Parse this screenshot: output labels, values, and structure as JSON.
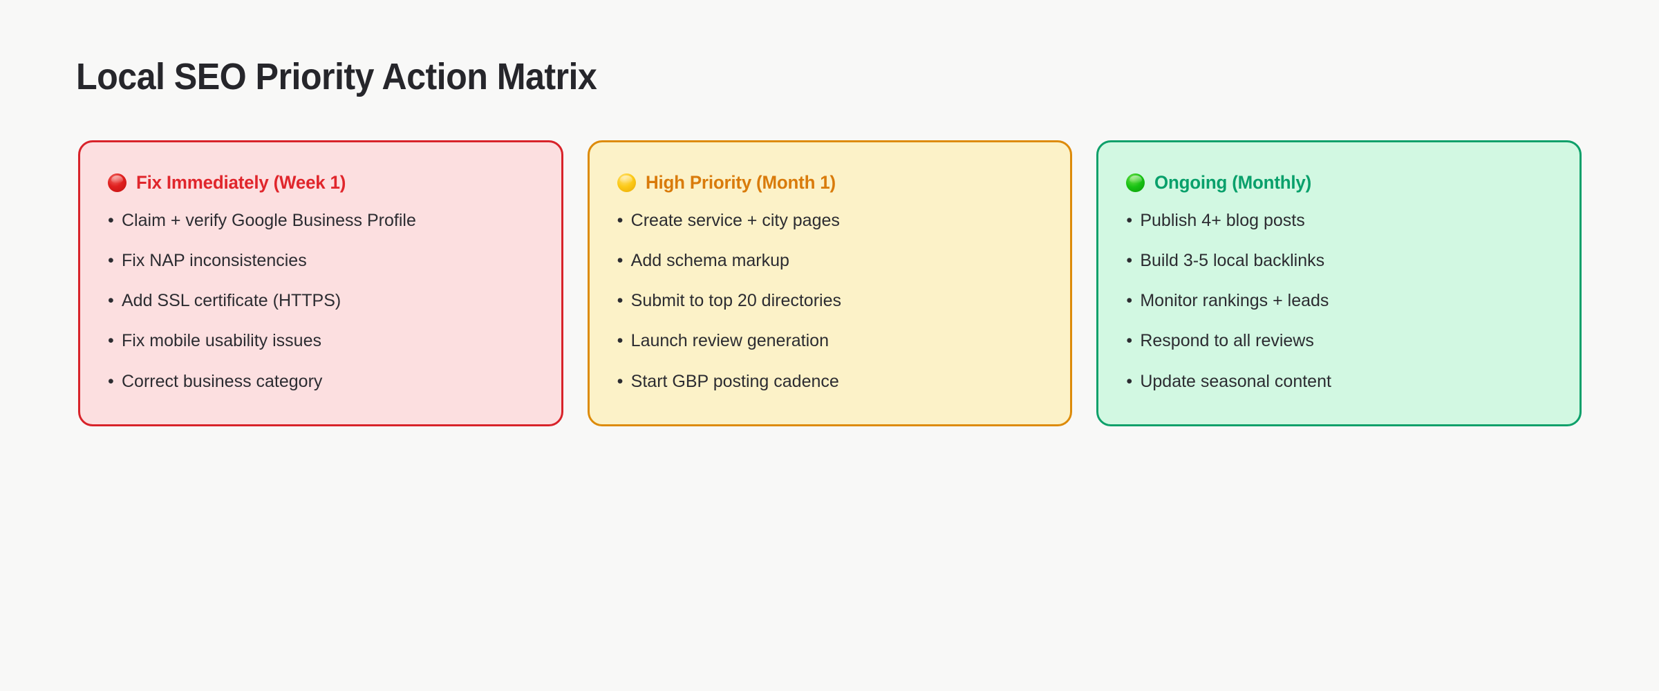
{
  "page": {
    "title": "Local SEO Priority Action Matrix",
    "background_color": "#f8f8f7"
  },
  "cards": [
    {
      "icon": "red-circle-icon",
      "title": "Fix Immediately (Week 1)",
      "fill_color": "#fcdfe0",
      "border_color": "#d8232a",
      "title_color": "#e0262c",
      "bullet": "•",
      "items": [
        "Claim + verify Google Business Profile",
        "Fix NAP inconsistencies",
        "Add SSL certificate (HTTPS)",
        "Fix mobile usability issues",
        "Correct business category"
      ]
    },
    {
      "icon": "yellow-circle-icon",
      "title": "High Priority (Month 1)",
      "fill_color": "#fcf2c8",
      "border_color": "#dd8b0a",
      "title_color": "#d97b0b",
      "bullet": "•",
      "items": [
        "Create service + city pages",
        "Add schema markup",
        "Submit to top 20 directories",
        "Launch review generation",
        "Start GBP posting cadence"
      ]
    },
    {
      "icon": "green-circle-icon",
      "title": "Ongoing (Monthly)",
      "fill_color": "#d2f8e2",
      "border_color": "#0ea06a",
      "title_color": "#09a06b",
      "bullet": "•",
      "items": [
        "Publish 4+ blog posts",
        "Build 3-5 local backlinks",
        "Monitor rankings + leads",
        "Respond to all reviews",
        "Update seasonal content"
      ]
    }
  ]
}
